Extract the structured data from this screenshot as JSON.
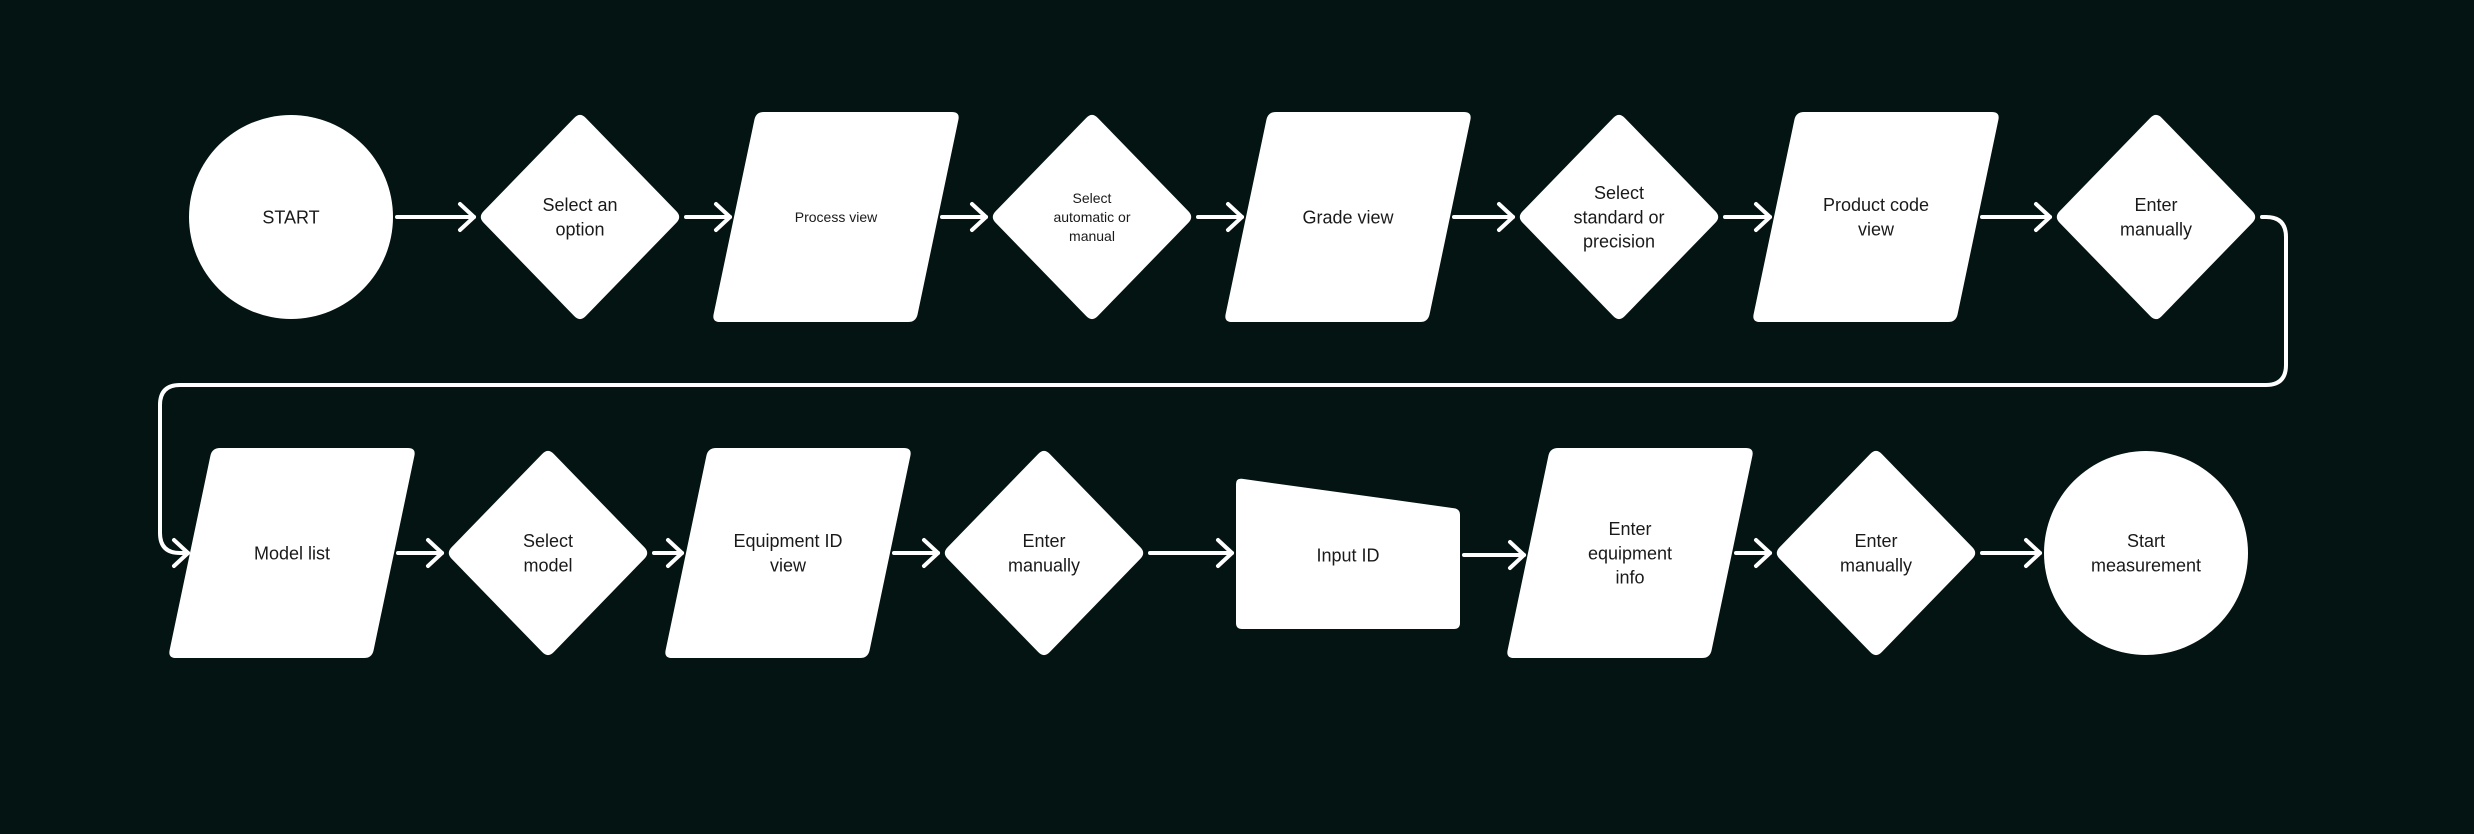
{
  "colors": {
    "background": "#031412",
    "shape_fill": "#ffffff",
    "connector": "#ffffff",
    "label_text": "#1a1a1a"
  },
  "flowchart": {
    "nodes": [
      {
        "id": "start",
        "shape": "circle",
        "lines": [
          "START"
        ]
      },
      {
        "id": "select-option",
        "shape": "diamond",
        "lines": [
          "Select an",
          "option"
        ]
      },
      {
        "id": "process-view",
        "shape": "parallelogram",
        "lines": [
          "Process view"
        ]
      },
      {
        "id": "select-auto-manual",
        "shape": "diamond",
        "lines": [
          "Select",
          "automatic or",
          "manual"
        ]
      },
      {
        "id": "grade-view",
        "shape": "parallelogram",
        "lines": [
          "Grade view"
        ]
      },
      {
        "id": "select-standard-precision",
        "shape": "diamond",
        "lines": [
          "Select",
          "standard or",
          "precision"
        ]
      },
      {
        "id": "product-code-view",
        "shape": "parallelogram",
        "lines": [
          "Product code",
          "view"
        ]
      },
      {
        "id": "enter-manually-1",
        "shape": "diamond",
        "lines": [
          "Enter",
          "manually"
        ]
      },
      {
        "id": "model-list",
        "shape": "parallelogram",
        "lines": [
          "Model list"
        ]
      },
      {
        "id": "select-model",
        "shape": "diamond",
        "lines": [
          "Select",
          "model"
        ]
      },
      {
        "id": "equipment-id-view",
        "shape": "parallelogram",
        "lines": [
          "Equipment ID",
          "view"
        ]
      },
      {
        "id": "enter-manually-2",
        "shape": "diamond",
        "lines": [
          "Enter",
          "manually"
        ]
      },
      {
        "id": "input-id",
        "shape": "manual-input",
        "lines": [
          "Input ID"
        ]
      },
      {
        "id": "enter-equipment-info",
        "shape": "parallelogram",
        "lines": [
          "Enter",
          "equipment",
          "info"
        ]
      },
      {
        "id": "enter-manually-3",
        "shape": "diamond",
        "lines": [
          "Enter",
          "manually"
        ]
      },
      {
        "id": "start-measurement",
        "shape": "circle",
        "lines": [
          "Start",
          "measurement"
        ]
      }
    ],
    "edges": [
      [
        "start",
        "select-option"
      ],
      [
        "select-option",
        "process-view"
      ],
      [
        "process-view",
        "select-auto-manual"
      ],
      [
        "select-auto-manual",
        "grade-view"
      ],
      [
        "grade-view",
        "select-standard-precision"
      ],
      [
        "select-standard-precision",
        "product-code-view"
      ],
      [
        "product-code-view",
        "enter-manually-1"
      ],
      [
        "enter-manually-1",
        "model-list"
      ],
      [
        "model-list",
        "select-model"
      ],
      [
        "select-model",
        "equipment-id-view"
      ],
      [
        "equipment-id-view",
        "enter-manually-2"
      ],
      [
        "enter-manually-2",
        "input-id"
      ],
      [
        "input-id",
        "enter-equipment-info"
      ],
      [
        "enter-equipment-info",
        "enter-manually-3"
      ],
      [
        "enter-manually-3",
        "start-measurement"
      ]
    ]
  }
}
